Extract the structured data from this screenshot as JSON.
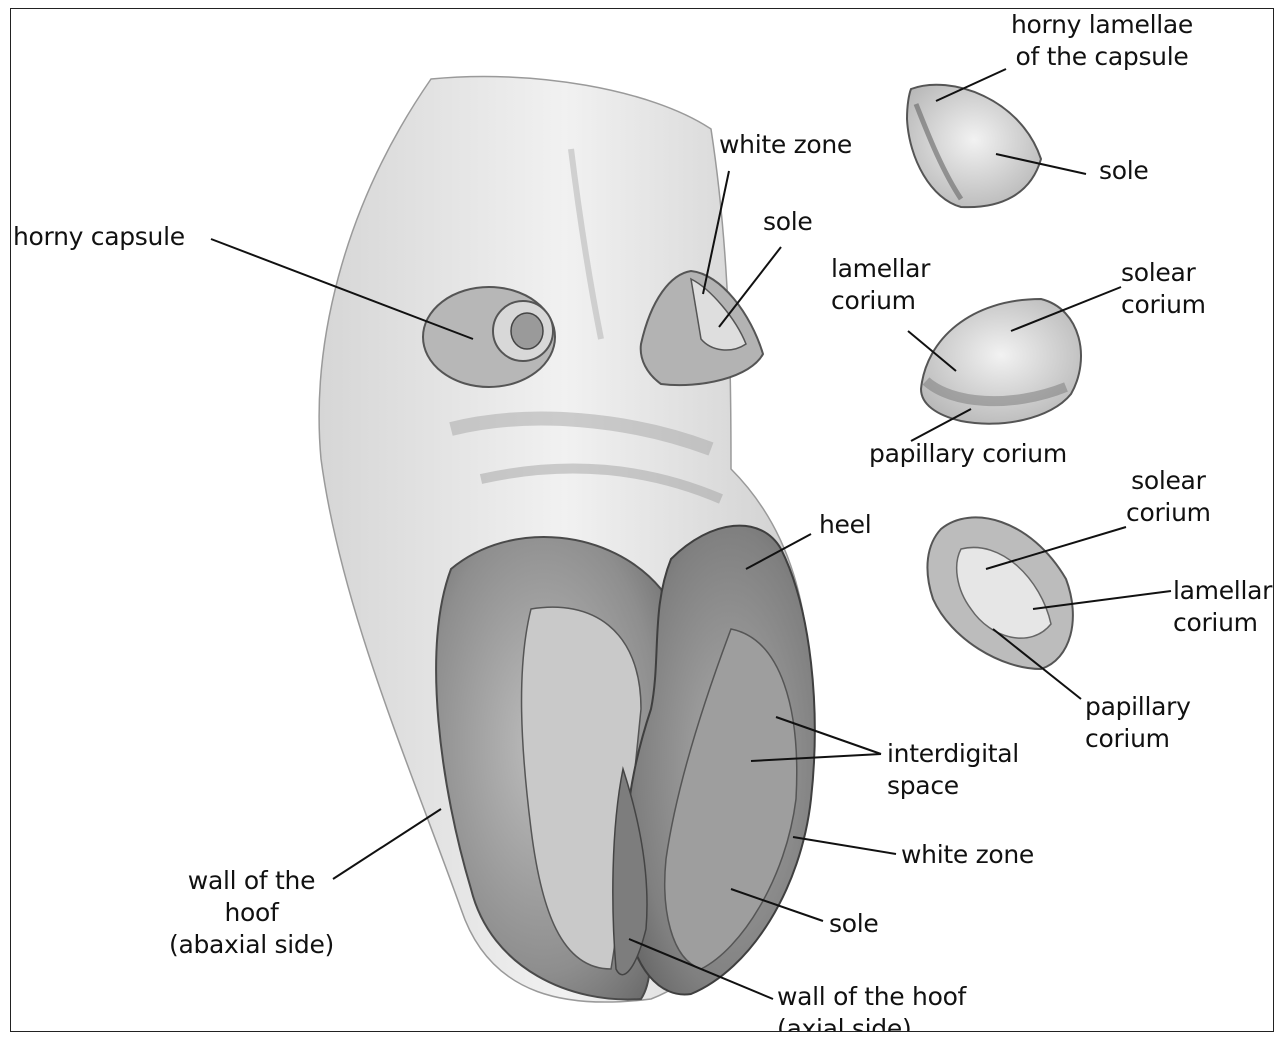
{
  "labels": {
    "horny_lamellae": "horny lamellae\nof the capsule",
    "sole_top": "sole",
    "white_zone_top": "white zone",
    "sole_mid": "sole",
    "horny_capsule": "horny capsule",
    "lamellar_corium_1": "lamellar\ncorium",
    "solear_corium_1": "solear\ncorium",
    "papillary_corium_1": "papillary corium",
    "solear_corium_2": "solear\ncorium",
    "heel": "heel",
    "lamellar_corium_2": "lamellar\ncorium",
    "papillary_corium_2": "papillary\ncorium",
    "interdigital_space": "interdigital\nspace",
    "white_zone_bottom": "white zone",
    "wall_abaxial": "wall of the\nhoof\n(abaxial side)",
    "sole_bottom": "sole",
    "wall_axial": "wall of the hoof\n(axial side)"
  }
}
